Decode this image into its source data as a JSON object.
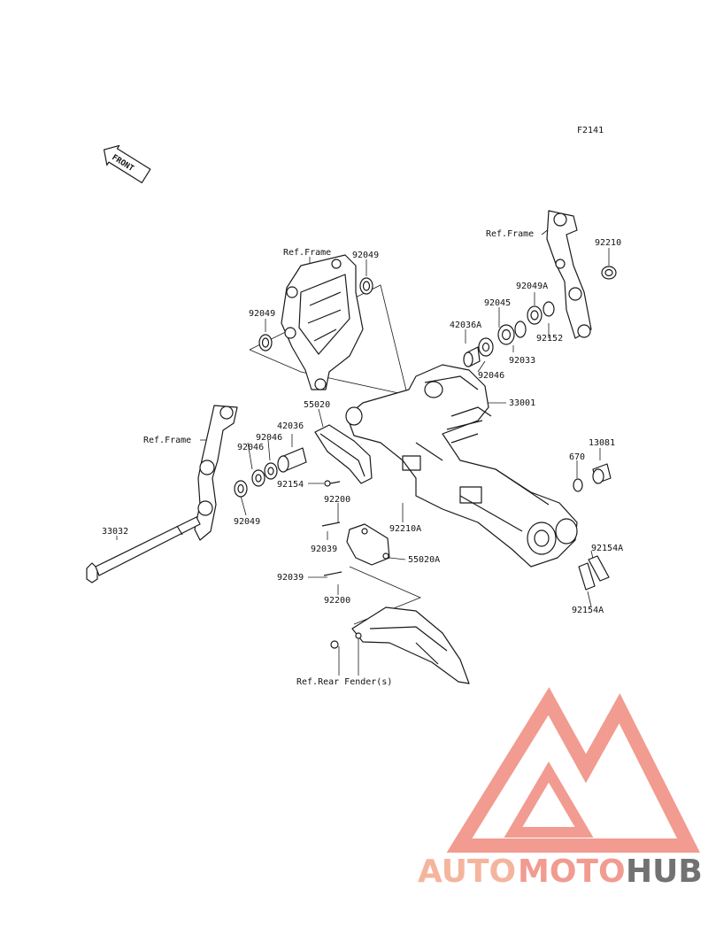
{
  "figure_code": "F2141",
  "front_label": "FRONT",
  "labels": {
    "ref_frame_top_center": "Ref.Frame",
    "ref_frame_top_right": "Ref.Frame",
    "ref_frame_left": "Ref.Frame",
    "ref_rear_fender": "Ref.Rear Fender(s)",
    "p92049_top": "92049",
    "p92049_left": "92049",
    "p92049_bottom": "92049",
    "p92049A": "92049A",
    "p92210": "92210",
    "p92045": "92045",
    "p42036A": "42036A",
    "p92033": "92033",
    "p92152": "92152",
    "p92046_right": "92046",
    "p33001": "33001",
    "p55020": "55020",
    "p42036": "42036",
    "p92046_left_a": "92046",
    "p92046_left_b": "92046",
    "p92154": "92154",
    "p13081": "13081",
    "p670": "670",
    "p92200_top": "92200",
    "p92210A": "92210A",
    "p92039_top": "92039",
    "p55020A": "55020A",
    "p92039_bottom": "92039",
    "p92200_bottom": "92200",
    "p92154A_top": "92154A",
    "p92154A_bottom": "92154A",
    "p33032": "33032"
  },
  "watermark": {
    "part1": "AUTO",
    "part2": "MOTO",
    "part3": "HUB",
    "color_light": "#f4a98c",
    "color_mid": "#f08a7e",
    "color_dark": "#5a5a5a"
  }
}
